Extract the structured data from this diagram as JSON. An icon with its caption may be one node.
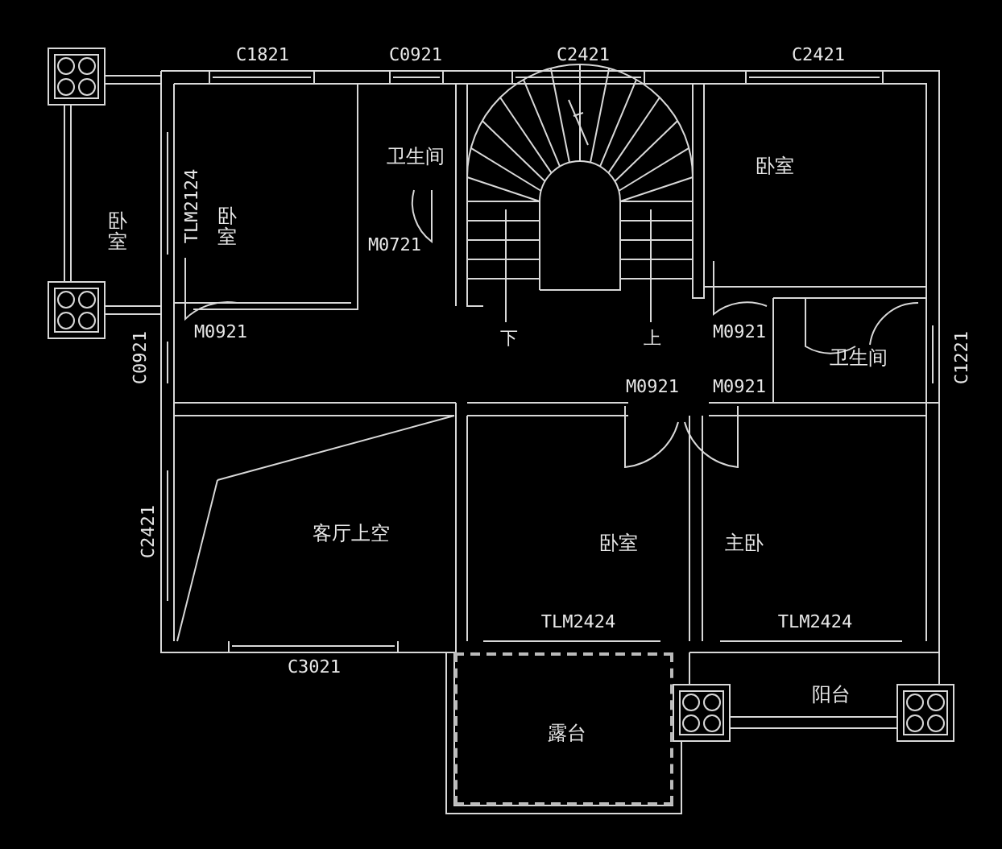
{
  "diagram": {
    "nodes": [
      {
        "text": [
          "卧室"
        ]
      },
      {
        "text": [
          "卧室"
        ]
      },
      {
        "text": [
          "卫生间"
        ]
      },
      {
        "text": [
          "卧室"
        ]
      },
      {
        "text": [
          "卫生间"
        ]
      },
      {
        "text": [
          "客厅上空"
        ]
      },
      {
        "text": [
          "卧室"
        ]
      },
      {
        "text": [
          "主卧"
        ]
      },
      {
        "text": [
          "露台"
        ]
      },
      {
        "text": [
          "阳台"
        ]
      }
    ],
    "labels": [
      "C1821",
      "C0921",
      "C2421",
      "C2421",
      "TLM2124",
      "M0721",
      "M0921",
      "下",
      "上",
      "M0921",
      "C0921",
      "C1221",
      "M0921",
      "M0921",
      "C2421",
      "TLM2424",
      "TLM2424",
      "C3021"
    ]
  }
}
